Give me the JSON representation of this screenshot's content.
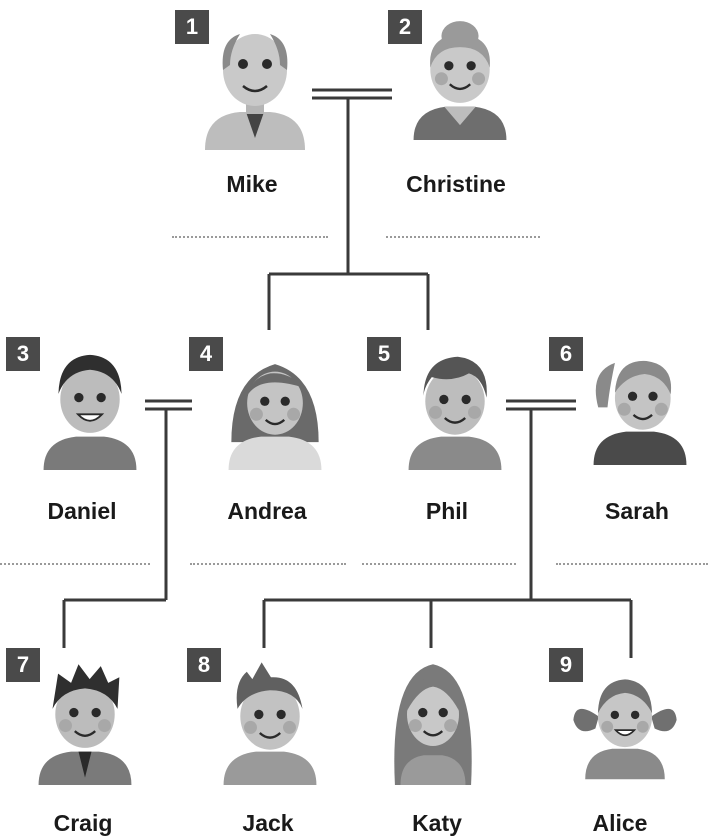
{
  "people": [
    {
      "num": "1",
      "name": "Mike"
    },
    {
      "num": "2",
      "name": "Christine"
    },
    {
      "num": "3",
      "name": "Daniel"
    },
    {
      "num": "4",
      "name": "Andrea"
    },
    {
      "num": "5",
      "name": "Phil"
    },
    {
      "num": "6",
      "name": "Sarah"
    },
    {
      "num": "7",
      "name": "Craig"
    },
    {
      "num": "8",
      "name": ""
    },
    {
      "num": "",
      "name": "Jack"
    },
    {
      "num": "",
      "name": "Katy"
    },
    {
      "num": "9",
      "name": "Alice"
    }
  ],
  "colors": {
    "line": "#3a3a3a",
    "badge": "#4a4a4a",
    "skin": "#c9c9c9",
    "cheek": "#a8a8a8"
  }
}
